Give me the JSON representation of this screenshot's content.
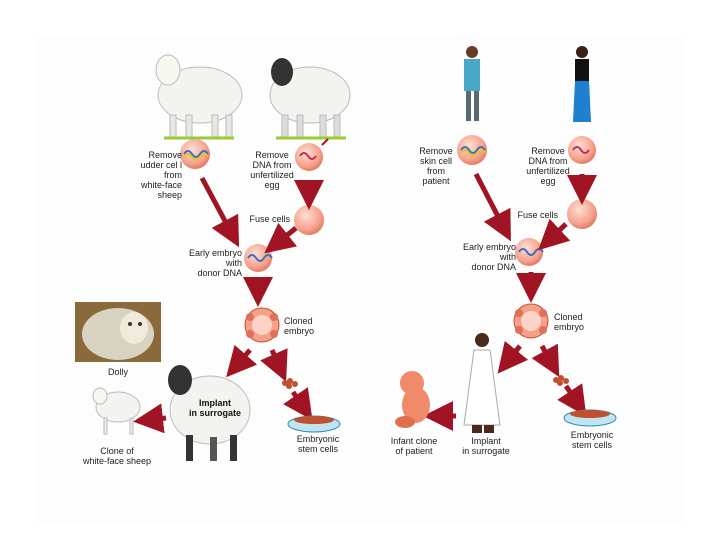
{
  "colors": {
    "arrow": "#a01424",
    "cell": "#f4a08a",
    "cell_dark": "#e0705a",
    "wool": "#f3f3ef",
    "slide_bg": "#fdfdfd"
  },
  "sheep_panel": {
    "udder_label": "Remove\nudder cel l\nfrom\nwhite-face sheep",
    "dna_label": "Remove\nDNA from\nunfertilized\negg",
    "fuse_label": "Fuse cells",
    "embryo_label": "Early embryo\nwith\ndonor DNA",
    "cloned_label": "Cloned\nembryo",
    "dolly_label": "Dolly",
    "implant_label": "Implant\nin surrogate",
    "clone_label": "Clone of\nwhite-face sheep",
    "stem_label": "Embryonic\nstem cells"
  },
  "human_panel": {
    "skin_label": "Remove\nskin cell\nfrom\npatient",
    "dna_label": "Remove\nDNA from\nunfertilized\negg",
    "fuse_label": "Fuse cells",
    "embryo_label": "Early embryo\nwith\ndonor DNA",
    "cloned_label": "Cloned\nembryo",
    "infant_label": "Infant clone\nof patient",
    "implant_label": "Implant\nin surrogate",
    "stem_label": "Embryonic\nstem cells"
  }
}
